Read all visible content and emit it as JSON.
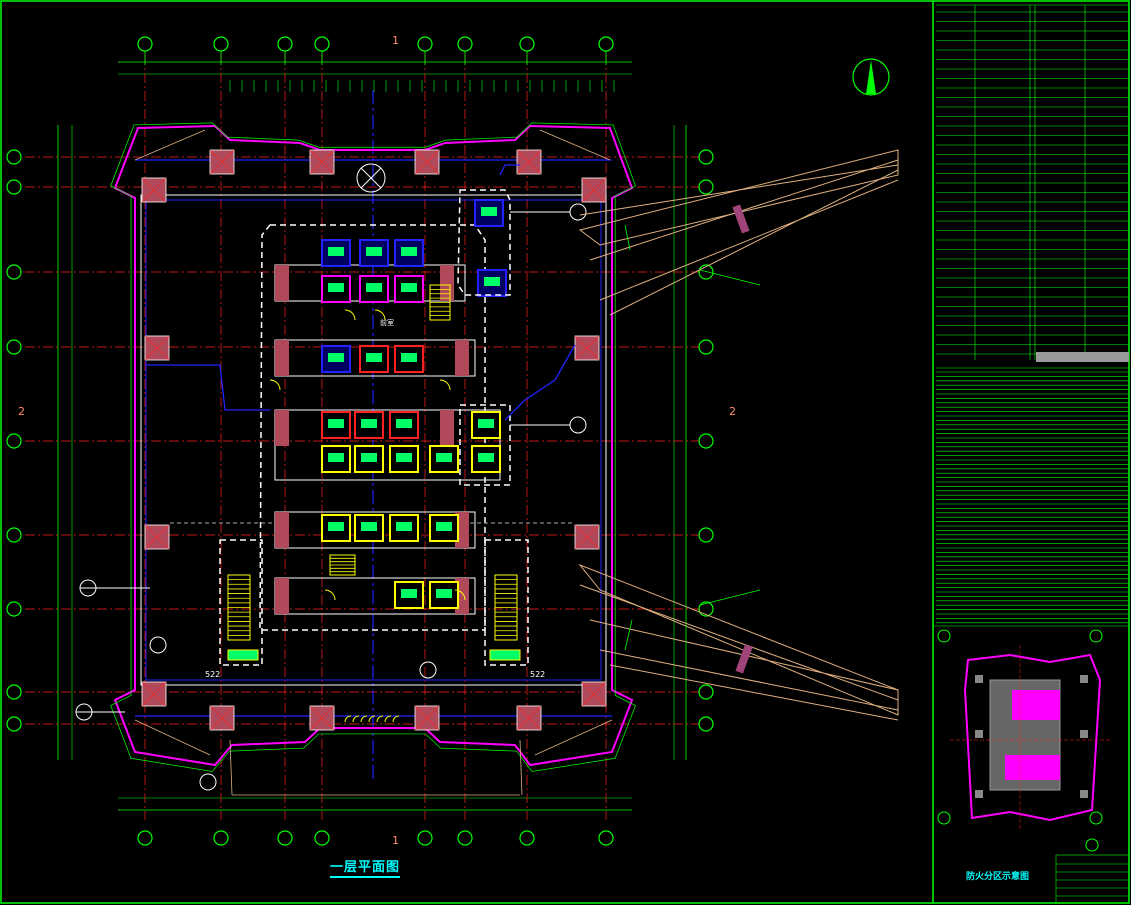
{
  "drawing": {
    "plan_title": "一层平面图",
    "fire_zone_title": "防火分区示意图",
    "section_marks": {
      "top": "1",
      "bottom": "1",
      "left": "2",
      "right": "2"
    },
    "dimension_labels": [
      "522",
      "522"
    ],
    "room_label": "前室",
    "colors": {
      "background": "#000000",
      "grid_axis": "#ff2020",
      "bubble": "#00ff00",
      "wall": "#ffffff",
      "core": "#ff00ff",
      "column": "#b04a5a",
      "blue": "#2222ff",
      "yellow": "#ffff00",
      "cyan": "#00ffff",
      "tan": "#e0b080",
      "orange": "#ff8c66"
    }
  }
}
